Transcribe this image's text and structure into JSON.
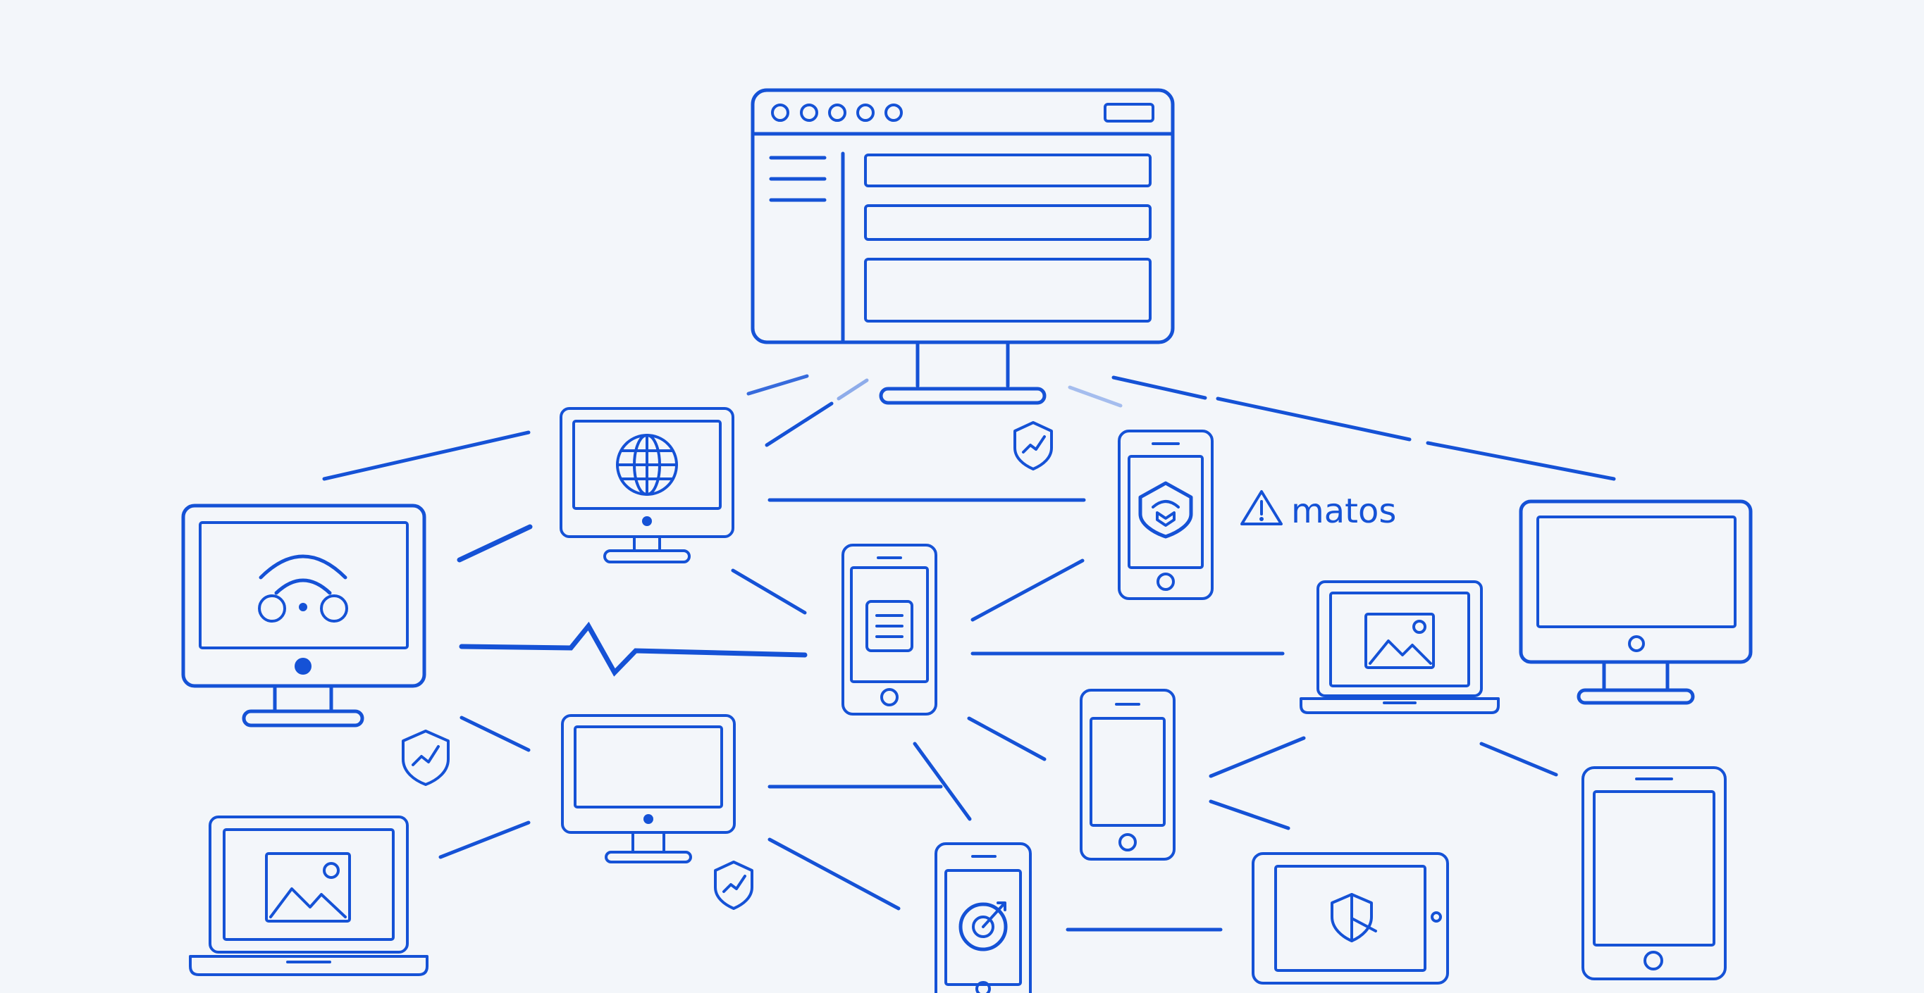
{
  "brand": {
    "name": "matos",
    "icon": "warning-triangle-icon"
  },
  "palette": {
    "background": "#f3f6fa",
    "stroke": "#1552d6"
  },
  "devices": [
    {
      "id": "main-monitor",
      "kind": "desktop-monitor",
      "icon": "dashboard-window-icon"
    },
    {
      "id": "globe-monitor",
      "kind": "desktop-monitor",
      "icon": "globe-icon"
    },
    {
      "id": "wifi-monitor",
      "kind": "desktop-monitor",
      "icon": "wifi-icon"
    },
    {
      "id": "center-phone",
      "kind": "phone",
      "icon": "document-icon"
    },
    {
      "id": "shield-phone",
      "kind": "phone",
      "icon": "shield-icon"
    },
    {
      "id": "blank-monitor-right",
      "kind": "desktop-monitor",
      "icon": "none"
    },
    {
      "id": "image-laptop-right",
      "kind": "laptop",
      "icon": "image-icon"
    },
    {
      "id": "blank-monitor-left",
      "kind": "desktop-monitor",
      "icon": "none"
    },
    {
      "id": "image-laptop-left",
      "kind": "laptop",
      "icon": "image-icon"
    },
    {
      "id": "plain-phone",
      "kind": "phone",
      "icon": "none"
    },
    {
      "id": "target-phone",
      "kind": "phone",
      "icon": "target-icon"
    },
    {
      "id": "shield-tablet",
      "kind": "tablet-landscape",
      "icon": "shield-icon"
    },
    {
      "id": "portrait-tablet",
      "kind": "tablet-portrait",
      "icon": "none"
    }
  ],
  "badges": [
    "shield-check-icon",
    "shield-check-icon",
    "shield-check-icon"
  ],
  "connections": 22
}
